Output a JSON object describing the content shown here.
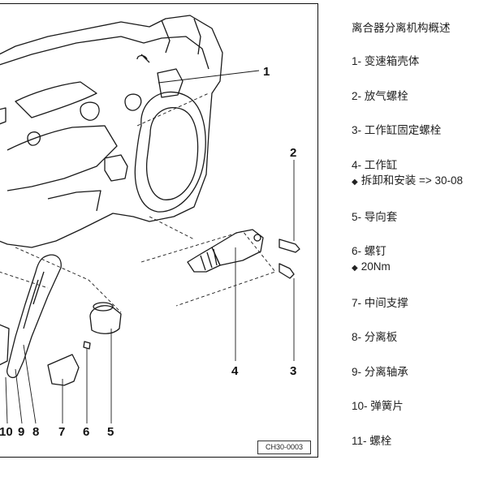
{
  "legend": {
    "title": "离合器分离机构概述",
    "items": [
      {
        "text": "1- 变速箱壳体",
        "sub": []
      },
      {
        "text": "2- 放气螺栓",
        "sub": []
      },
      {
        "text": "3- 工作缸固定螺栓",
        "sub": []
      },
      {
        "text": "4- 工作缸",
        "sub": [
          "拆卸和安装 => 30-08"
        ]
      },
      {
        "text": "5- 导向套",
        "sub": []
      },
      {
        "text": "6- 螺钉",
        "sub": [
          "20Nm"
        ]
      },
      {
        "text": "7- 中间支撑",
        "sub": []
      },
      {
        "text": "8- 分离板",
        "sub": []
      },
      {
        "text": "9- 分离轴承",
        "sub": []
      },
      {
        "text": "10- 弹簧片",
        "sub": []
      },
      {
        "text": "11- 螺栓",
        "sub": []
      }
    ]
  },
  "diagram": {
    "callouts": [
      "1",
      "2",
      "3",
      "4",
      "10",
      "9",
      "8",
      "7",
      "6",
      "5"
    ],
    "drawing_code": "CH30-0003"
  }
}
